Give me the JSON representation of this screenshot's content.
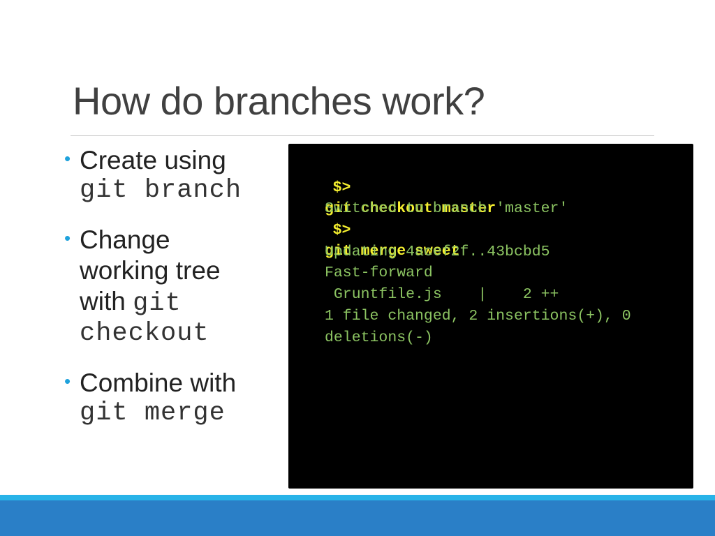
{
  "title": "How do branches work?",
  "bullets": [
    {
      "text": "Create using",
      "code": "git branch"
    },
    {
      "text": "Change working tree with",
      "code": "git checkout",
      "text_lines": [
        "Change",
        "working tree",
        "with"
      ],
      "code_lines": [
        "git",
        "checkout"
      ]
    },
    {
      "text": "Combine with",
      "code": "git merge"
    }
  ],
  "terminal": {
    "prompt": "$>",
    "lines": [
      {
        "kind": "command",
        "text": "git checkout master"
      },
      {
        "kind": "output",
        "text": "Switched to branch 'master'"
      },
      {
        "kind": "command",
        "text": "git merge sweet"
      },
      {
        "kind": "output",
        "text": "Updating 4acef2f..43bcbd5"
      },
      {
        "kind": "output",
        "text": "Fast-forward"
      },
      {
        "kind": "output",
        "text": " Gruntfile.js    |    2 ++"
      },
      {
        "kind": "output",
        "text": "1 file changed, 2 insertions(+), 0"
      },
      {
        "kind": "output",
        "text": "deletions(-)"
      }
    ],
    "colors": {
      "background": "#000000",
      "command": "#f5ef2f",
      "output": "#8cc462"
    }
  },
  "theme": {
    "accent": "#1fa2dc",
    "band_light": "#28b3e8",
    "band_dark": "#2a7fc7"
  }
}
